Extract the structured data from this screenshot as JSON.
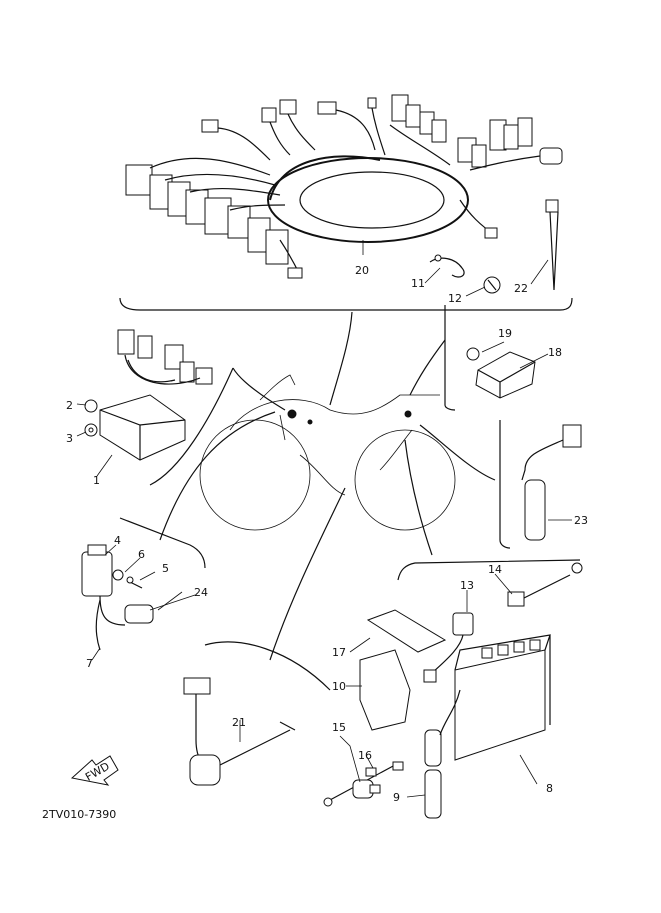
{
  "diagram": {
    "part_numbers": [
      "1",
      "2",
      "3",
      "4",
      "5",
      "6",
      "7",
      "8",
      "9",
      "10",
      "11",
      "12",
      "13",
      "14",
      "15",
      "16",
      "17",
      "18",
      "19",
      "20",
      "21",
      "22",
      "23",
      "24"
    ],
    "direction_label": "FWD",
    "drawing_code": "2TV010-7390"
  }
}
